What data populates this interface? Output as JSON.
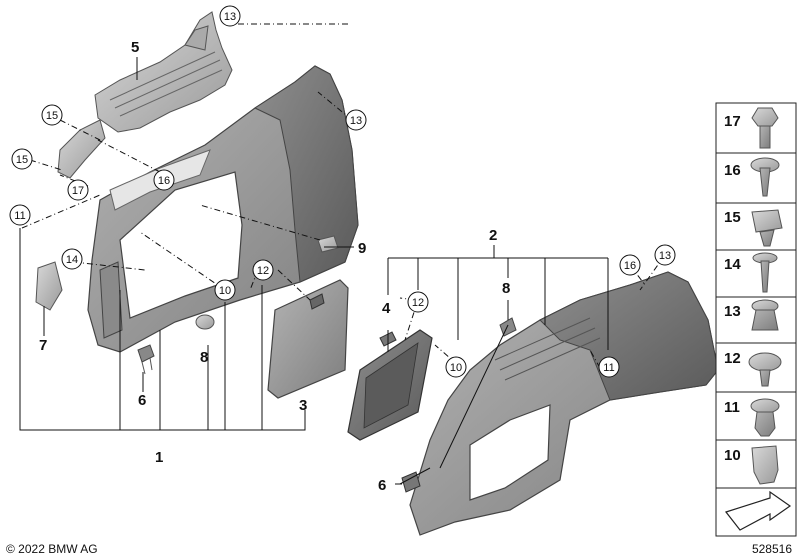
{
  "callouts": {
    "c1": "1",
    "c2": "2",
    "c3": "3",
    "c4": "4",
    "c5": "5",
    "c6a": "6",
    "c6b": "6",
    "c7": "7",
    "c8a": "8",
    "c8b": "8",
    "c9": "9",
    "c10a": "10",
    "c10b": "10",
    "c11a": "11",
    "c11b": "11",
    "c12a": "12",
    "c12b": "12",
    "c13a": "13",
    "c13b": "13",
    "c13c": "13",
    "c14": "14",
    "c15a": "15",
    "c15b": "15",
    "c16a": "16",
    "c16b": "16",
    "c17": "17"
  },
  "parts_panel": [
    "17",
    "16",
    "15",
    "14",
    "13",
    "12",
    "11",
    "10"
  ],
  "footer": {
    "copyright": "© 2022 BMW AG",
    "diagram_number": "528516"
  }
}
